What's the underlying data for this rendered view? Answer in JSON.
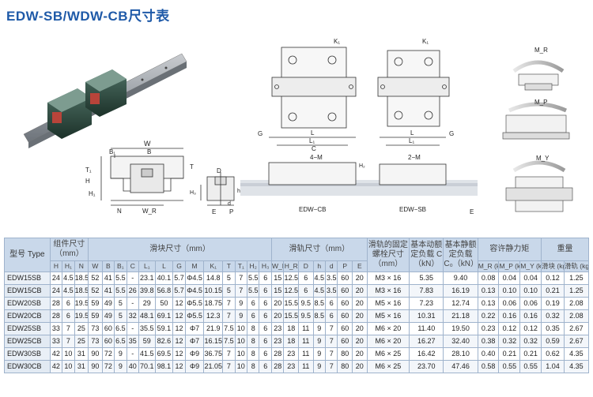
{
  "title": "EDW-SB/WDW-CB尺寸表",
  "drawing": {
    "section": {
      "W": "W",
      "B1": "B₁",
      "B": "B",
      "T1": "T₁",
      "T": "T",
      "H": "H",
      "H1": "H₁",
      "N": "N",
      "WR": "W_R"
    },
    "rail": {
      "D": "D",
      "H3": "H₃",
      "d": "d",
      "h": "h",
      "E": "E",
      "P": "P"
    },
    "top_view": {
      "K1a": "K₁",
      "K1b": "K₁"
    },
    "front_cb": {
      "G": "G",
      "L": "L",
      "L1": "L₁",
      "C": "C",
      "M": "4−M",
      "H2": "H₂",
      "caption": "EDW−CB"
    },
    "front_sb": {
      "L": "L",
      "L1": "L₁",
      "G": "G",
      "M": "2−M",
      "caption": "EDW−SB",
      "E": "E"
    },
    "moments": {
      "MR": "M_R",
      "MP": "M_P",
      "MY": "M_Y"
    }
  },
  "table": {
    "head": {
      "model": "型号 Type",
      "assembly": "组件尺寸（mm）",
      "block": "滑块尺寸（mm）",
      "rail": "滑轨尺寸（mm）",
      "bolt": "滑轨的固定螺栓尺寸（mm）",
      "dyn": "基本动额定负载 C（kN）",
      "stat": "基本静额定负载 C₀（kN）",
      "static_moment": "容许静力矩",
      "weight": "重量"
    },
    "subheads": [
      "H",
      "H₁",
      "N",
      "W",
      "B",
      "B₁",
      "C",
      "L₁",
      "L",
      "G",
      "M",
      "K₁",
      "T",
      "T₁",
      "H₂",
      "H₃",
      "W_R",
      "H_R",
      "D",
      "h",
      "d",
      "P",
      "E",
      "M_R (kN-m)",
      "M_P (kN-m)",
      "M_Y (kN-m)",
      "滑块 (kg)",
      "滑轨 (kg/m)"
    ],
    "rows": [
      [
        "EDW15SB",
        "24",
        "4.5",
        "18.5",
        "52",
        "41",
        "5.5",
        "-",
        "23.1",
        "40.1",
        "5.7",
        "Φ4.5",
        "14.8",
        "5",
        "7",
        "5.5",
        "6",
        "15",
        "12.5",
        "6",
        "4.5",
        "3.5",
        "60",
        "20",
        "M3 × 16",
        "5.35",
        "9.40",
        "0.08",
        "0.04",
        "0.04",
        "0.12",
        "1.25"
      ],
      [
        "EDW15CB",
        "24",
        "4.5",
        "18.5",
        "52",
        "41",
        "5.5",
        "26",
        "39.8",
        "56.8",
        "5.7",
        "Φ4.5",
        "10.15",
        "5",
        "7",
        "5.5",
        "6",
        "15",
        "12.5",
        "6",
        "4.5",
        "3.5",
        "60",
        "20",
        "M3 × 16",
        "7.83",
        "16.19",
        "0.13",
        "0.10",
        "0.10",
        "0.21",
        "1.25"
      ],
      [
        "EDW20SB",
        "28",
        "6",
        "19.5",
        "59",
        "49",
        "5",
        "-",
        "29",
        "50",
        "12",
        "Φ5.5",
        "18.75",
        "7",
        "9",
        "6",
        "6",
        "20",
        "15.5",
        "9.5",
        "8.5",
        "6",
        "60",
        "20",
        "M5 × 16",
        "7.23",
        "12.74",
        "0.13",
        "0.06",
        "0.06",
        "0.19",
        "2.08"
      ],
      [
        "EDW20CB",
        "28",
        "6",
        "19.5",
        "59",
        "49",
        "5",
        "32",
        "48.1",
        "69.1",
        "12",
        "Φ5.5",
        "12.3",
        "7",
        "9",
        "6",
        "6",
        "20",
        "15.5",
        "9.5",
        "8.5",
        "6",
        "60",
        "20",
        "M5 × 16",
        "10.31",
        "21.18",
        "0.22",
        "0.16",
        "0.16",
        "0.32",
        "2.08"
      ],
      [
        "EDW25SB",
        "33",
        "7",
        "25",
        "73",
        "60",
        "6.5",
        "-",
        "35.5",
        "59.1",
        "12",
        "Φ7",
        "21.9",
        "7.5",
        "10",
        "8",
        "6",
        "23",
        "18",
        "11",
        "9",
        "7",
        "60",
        "20",
        "M6 × 20",
        "11.40",
        "19.50",
        "0.23",
        "0.12",
        "0.12",
        "0.35",
        "2.67"
      ],
      [
        "EDW25CB",
        "33",
        "7",
        "25",
        "73",
        "60",
        "6.5",
        "35",
        "59",
        "82.6",
        "12",
        "Φ7",
        "16.15",
        "7.5",
        "10",
        "8",
        "6",
        "23",
        "18",
        "11",
        "9",
        "7",
        "60",
        "20",
        "M6 × 20",
        "16.27",
        "32.40",
        "0.38",
        "0.32",
        "0.32",
        "0.59",
        "2.67"
      ],
      [
        "EDW30SB",
        "42",
        "10",
        "31",
        "90",
        "72",
        "9",
        "-",
        "41.5",
        "69.5",
        "12",
        "Φ9",
        "36.75",
        "7",
        "10",
        "8",
        "6",
        "28",
        "23",
        "11",
        "9",
        "7",
        "80",
        "20",
        "M6 × 25",
        "16.42",
        "28.10",
        "0.40",
        "0.21",
        "0.21",
        "0.62",
        "4.35"
      ],
      [
        "EDW30CB",
        "42",
        "10",
        "31",
        "90",
        "72",
        "9",
        "40",
        "70.1",
        "98.1",
        "12",
        "Φ9",
        "21.05",
        "7",
        "10",
        "8",
        "6",
        "28",
        "23",
        "11",
        "9",
        "7",
        "80",
        "20",
        "M6 × 25",
        "23.70",
        "47.46",
        "0.58",
        "0.55",
        "0.55",
        "1.04",
        "4.35"
      ]
    ]
  }
}
